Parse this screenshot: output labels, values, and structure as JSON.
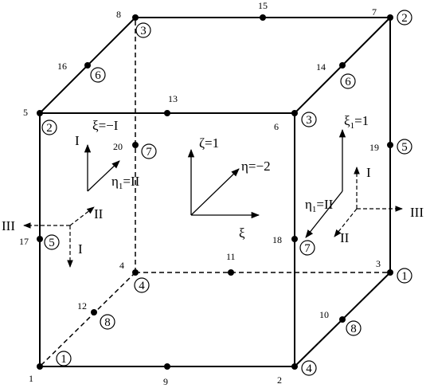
{
  "node_numbers": [
    "1",
    "2",
    "3",
    "4",
    "5",
    "6",
    "7",
    "8",
    "9",
    "10",
    "11",
    "12",
    "13",
    "14",
    "15",
    "16",
    "17",
    "18",
    "19",
    "20"
  ],
  "circled_labels": [
    "1",
    "2",
    "3",
    "4",
    "5",
    "6",
    "7",
    "8"
  ],
  "face_labels": {
    "zeta": "ζ=1",
    "eta": "η=−2",
    "xi": "ξ",
    "xi_left": "ξ=−I",
    "xi_right": "ξ",
    "xi_right_sub": "1",
    "xi_right_val": "=1",
    "eta_left_prefix": "η",
    "eta_left_sub": "1",
    "eta_left_val": "=II",
    "eta_right_prefix": "η",
    "eta_right_sub": "1",
    "eta_right_val": "=II"
  },
  "local_axes": {
    "left": {
      "I": "I",
      "II": "II",
      "III": "III",
      "top_I": "I"
    },
    "right": {
      "I": "I",
      "II": "II",
      "III": "III"
    }
  }
}
